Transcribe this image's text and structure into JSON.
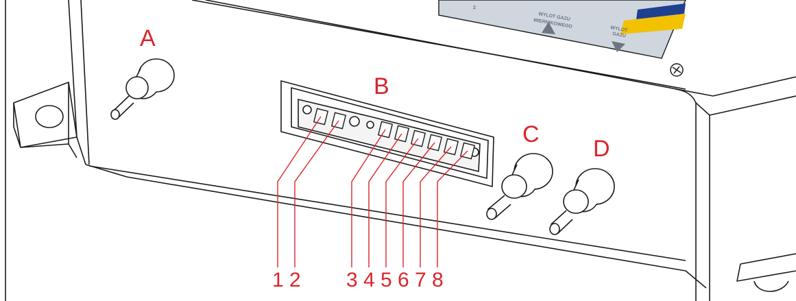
{
  "colors": {
    "callout": "#d9252b",
    "outline": "#1a1a1a",
    "panel": "#cfd6de",
    "panel_stripe_yellow": "#f2c200",
    "panel_stripe_blue": "#1f3f8f"
  },
  "labels": {
    "a": "A",
    "b": "B",
    "c": "C",
    "d": "D"
  },
  "terminal_numbers": [
    "1",
    "2",
    "3",
    "4",
    "5",
    "6",
    "7",
    "8"
  ],
  "panel": {
    "text_left": "WYLOT GAZU",
    "text_left_2": "MIERNIKOWEGO",
    "text_right": "WYLOT",
    "text_right_2": "GAZU",
    "small_mark": "2"
  }
}
